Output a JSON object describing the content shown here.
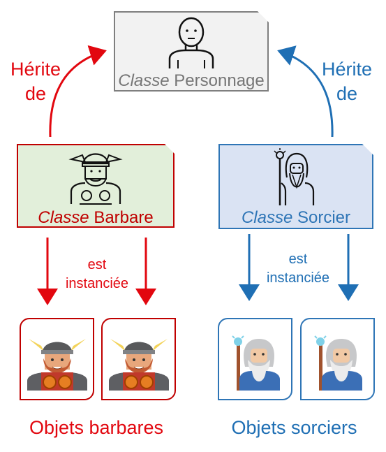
{
  "diagram": {
    "classes": {
      "personnage": {
        "keyword": "Classe",
        "name": "Personnage"
      },
      "barbare": {
        "keyword": "Classe",
        "name": "Barbare"
      },
      "sorcier": {
        "keyword": "Classe",
        "name": "Sorcier"
      }
    },
    "inherits_label_left": {
      "line1": "Hérite",
      "line2": "de"
    },
    "inherits_label_right": {
      "line1": "Hérite",
      "line2": "de"
    },
    "instantiated_label_left": {
      "line1": "est",
      "line2": "instanciée"
    },
    "instantiated_label_right": {
      "line1": "est",
      "line2": "instanciée"
    },
    "objects_label_barbares": "Objets barbares",
    "objects_label_sorciers": "Objets sorciers",
    "colors": {
      "red": "#e2070f",
      "blue": "#1f6fb4",
      "grey": "#7f7f7f"
    },
    "icons": [
      "person-outline-icon",
      "viking-outline-icon",
      "wizard-outline-icon",
      "viking-avatar-icon",
      "wizard-avatar-icon"
    ]
  }
}
